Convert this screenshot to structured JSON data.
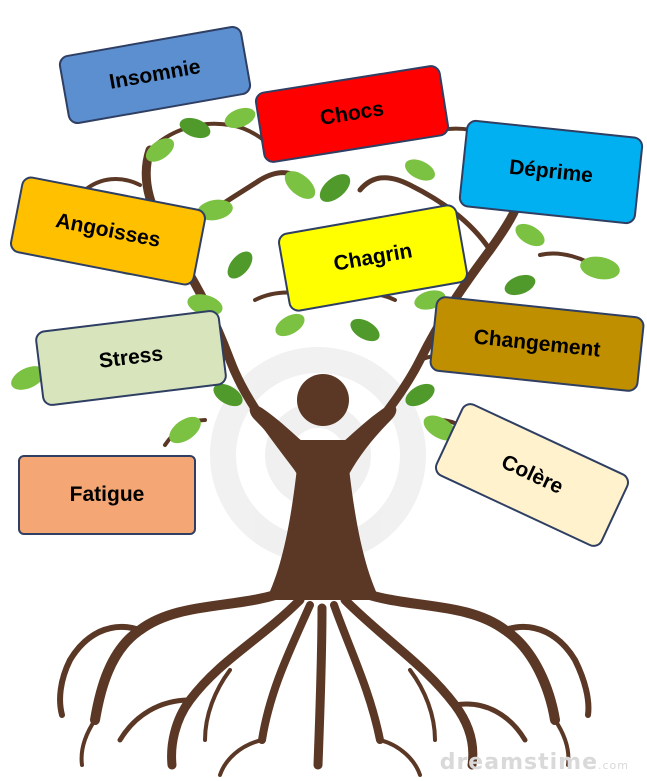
{
  "labels": {
    "insomnie": "Insomnie",
    "chocs": "Chocs",
    "deprime": "Déprime",
    "angoisses": "Angoisses",
    "chagrin": "Chagrin",
    "changement": "Changement",
    "stress": "Stress",
    "fatigue": "Fatigue",
    "colere": "Colère"
  },
  "colors": {
    "insomnie": "#5b8fd0",
    "chocs": "#ff0000",
    "deprime": "#00b0f0",
    "angoisses": "#ffc000",
    "chagrin": "#ffff00",
    "changement": "#bf8f00",
    "stress": "#d8e4bc",
    "fatigue": "#f4a774",
    "colere": "#fff2cc",
    "card_border": "#2f3f63",
    "trunk": "#5a3825",
    "leaf": "#7cc242",
    "leaf_dark": "#4f9a2a"
  },
  "watermark": {
    "text": "dreamstime",
    "suffix": ".com"
  }
}
